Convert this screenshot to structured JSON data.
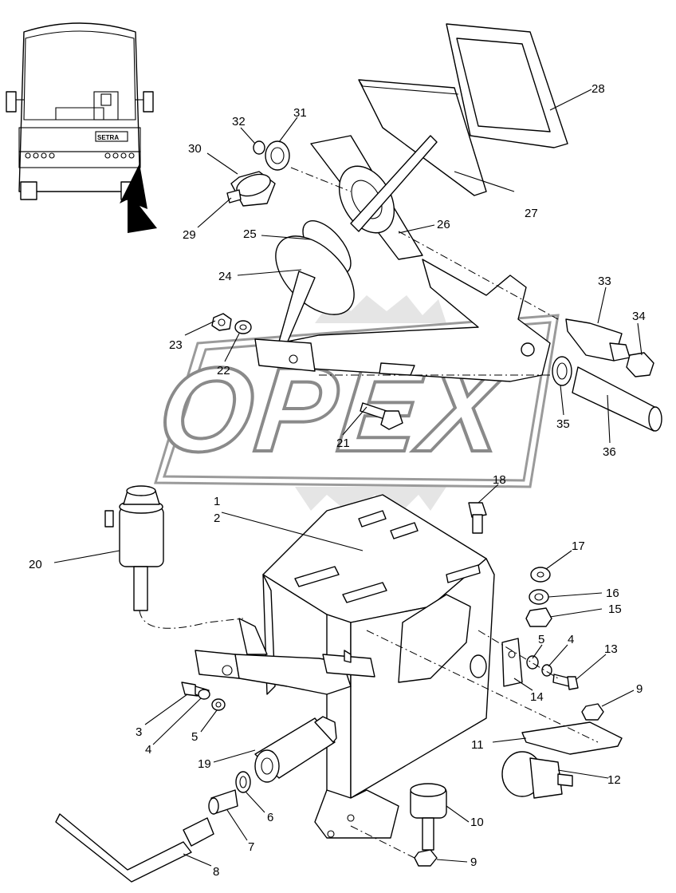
{
  "watermark": {
    "text": "OPEX"
  },
  "bus_badge": "SETRA",
  "callouts": [
    {
      "id": "c28",
      "label": "28"
    },
    {
      "id": "c27",
      "label": "27"
    },
    {
      "id": "c26",
      "label": "26"
    },
    {
      "id": "c25",
      "label": "25"
    },
    {
      "id": "c24",
      "label": "24"
    },
    {
      "id": "c23",
      "label": "23"
    },
    {
      "id": "c22",
      "label": "22"
    },
    {
      "id": "c21",
      "label": "21"
    },
    {
      "id": "c30",
      "label": "30"
    },
    {
      "id": "c31",
      "label": "31"
    },
    {
      "id": "c32",
      "label": "32"
    },
    {
      "id": "c29",
      "label": "29"
    },
    {
      "id": "c33",
      "label": "33"
    },
    {
      "id": "c34",
      "label": "34"
    },
    {
      "id": "c35",
      "label": "35"
    },
    {
      "id": "c36",
      "label": "36"
    },
    {
      "id": "c18",
      "label": "18"
    },
    {
      "id": "c1",
      "label": "1"
    },
    {
      "id": "c2",
      "label": "2"
    },
    {
      "id": "c20",
      "label": "20"
    },
    {
      "id": "c17",
      "label": "17"
    },
    {
      "id": "c16",
      "label": "16"
    },
    {
      "id": "c15",
      "label": "15"
    },
    {
      "id": "c5a",
      "label": "5"
    },
    {
      "id": "c4a",
      "label": "4"
    },
    {
      "id": "c13",
      "label": "13"
    },
    {
      "id": "c14",
      "label": "14"
    },
    {
      "id": "c9a",
      "label": "9"
    },
    {
      "id": "c11",
      "label": "11"
    },
    {
      "id": "c12",
      "label": "12"
    },
    {
      "id": "c3",
      "label": "3"
    },
    {
      "id": "c4b",
      "label": "4"
    },
    {
      "id": "c5b",
      "label": "5"
    },
    {
      "id": "c19",
      "label": "19"
    },
    {
      "id": "c6",
      "label": "6"
    },
    {
      "id": "c7",
      "label": "7"
    },
    {
      "id": "c8",
      "label": "8"
    },
    {
      "id": "c10",
      "label": "10"
    },
    {
      "id": "c9b",
      "label": "9"
    }
  ]
}
